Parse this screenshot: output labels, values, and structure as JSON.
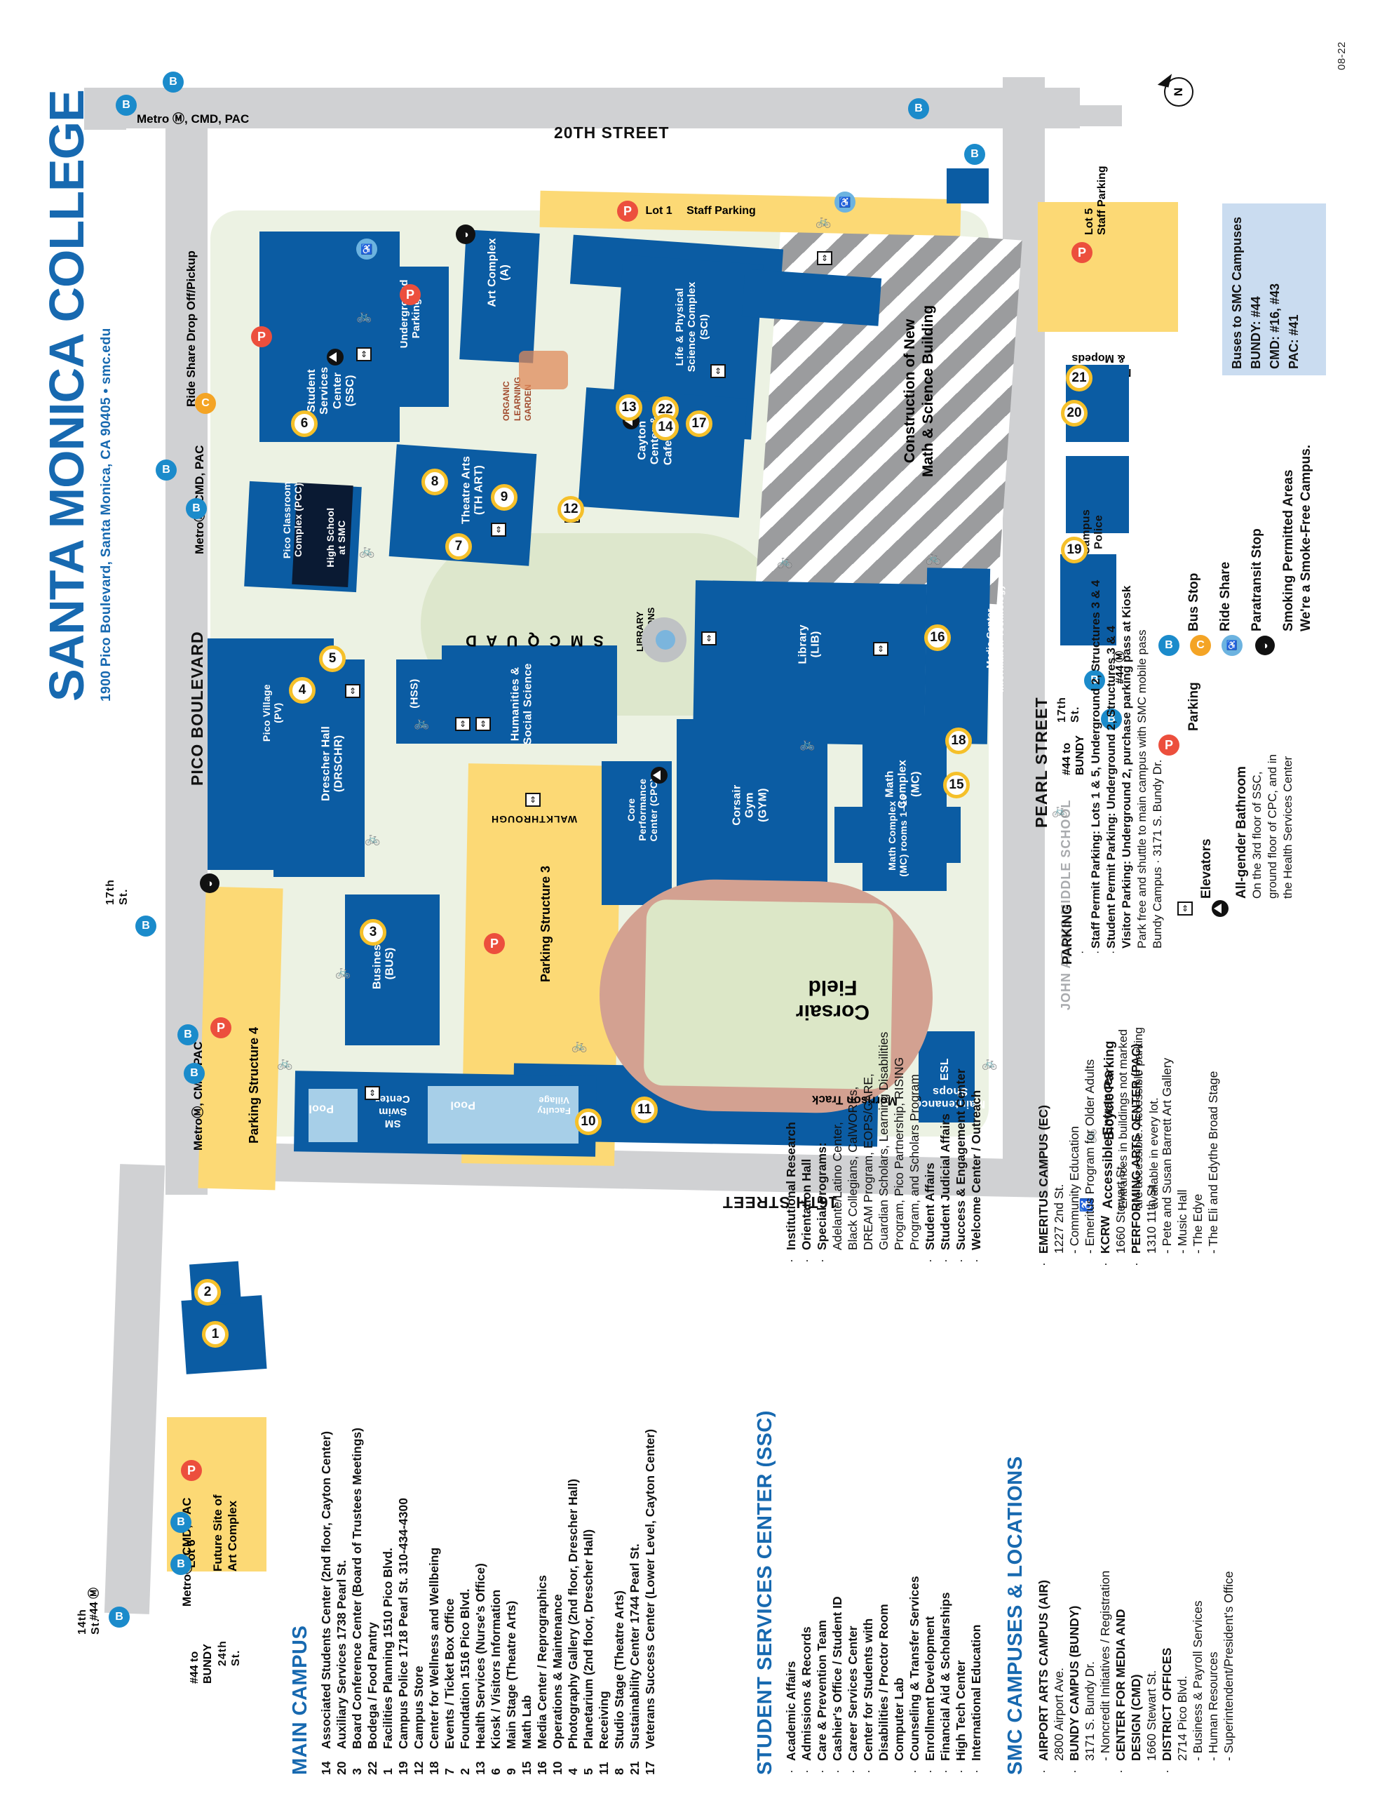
{
  "meta": {
    "date_stamp": "08-22",
    "compass": "N"
  },
  "title": {
    "main": "SANTA MONICA COLLEGE",
    "sub": "1900 Pico Boulevard, Santa Monica, CA 90405 • smc.edu"
  },
  "streets": {
    "twentieth": "20TH STREET",
    "pico": "PICO BOULEVARD",
    "pearl": "PEARL STREET",
    "sixteenth": "16TH STREET",
    "seventeenth_a": "17th\nSt.",
    "seventeenth_b": "17th\nSt.",
    "fourteenth": "14th\nSt.",
    "twentyfourth": "24th\nSt.",
    "john_adams": "JOHN ADAMS MIDDLE SCHOOL"
  },
  "transit_labels": {
    "metro_top": "Metro Ⓜ, CMD, PAC",
    "metro_left_mid": "MetroⓂ, CMD, PAC",
    "metro_left_low": "MetroⓂ, CMD, PAC",
    "metro_bottom": "MetroⓂ, CMD, PAC",
    "bundy_right": "#44 to\nBUNDY",
    "bundy_left": "#44 to\nBUNDY",
    "route44_right": "#44 Ⓜ",
    "route44_left": "#44 Ⓜ",
    "rideshare": "Ride Share Drop Off/Pickup"
  },
  "map_labels": {
    "lot1": "Lot 1",
    "lot1_sub": "Staff Parking",
    "lot5": "Lot 5",
    "lot5_sub": "Staff Parking",
    "lot6": "Lot 6",
    "lot6_sub": "Future Site of\nArt Complex",
    "motorcycles": "Motorcycles\n& Mopeds",
    "student_services": "Student\nServices\nCenter\n(SSC)",
    "underground2": "Underground\nParking 2",
    "art_complex": "Art Complex\n(A)",
    "life_physical": "Life & Physical\nScience Complex\n(SCI)",
    "construction": "Construction of New\nMath & Science Building",
    "organic_garden": "ORGANIC\nLEARNING\nGARDEN",
    "cayton": "Cayton\nCenter &\nCafeteria",
    "theatre_arts": "Theatre Arts\n(TH ART)",
    "pico_classroom": "Pico Classroom\nComplex (PCC)",
    "high_school": "High School\nat SMC",
    "smc_quad": "S M C   Q U A D",
    "library_commons": "LIBRARY\nCOMMONS",
    "library": "Library\n(LIB)",
    "media_center": "Media Center\nInformation Technology",
    "campus_police": "Campus\nPolice",
    "pico_village": "Pico Village\n(PV)",
    "drescher": "Drescher Hall\n(DRSCHR)",
    "hss": "(HSS)",
    "humanities": "Humanities &\nSocial Science",
    "walkthrough": "WALKTHROUGH",
    "cpc": "Core\nPerformance\nCenter (CPC)",
    "corsair_gym": "Corsair\nGym\n(GYM)",
    "math_complex": "Math\nComplex\n(MC)",
    "math_rooms": "Math Complex\n(MC) rooms 1–16",
    "parking_structure_3": "Parking Structure 3",
    "parking_structure_4": "Parking Structure 4",
    "business": "Business\n(BUS)",
    "corsair_field": "Corsair\nField",
    "morrison_track": "Morrison Track",
    "pool_left": "Pool",
    "pool_right": "Pool",
    "sm_swim": "SM\nSwim\nCenter",
    "faculty_village": "Faculty\nVillage",
    "maintenance": "Maintenance\nShops",
    "esl": "ESL"
  },
  "buses_box": {
    "title": "Buses to SMC Campuses",
    "lines": [
      "BUNDY: #44",
      "CMD: #16, #43",
      "PAC: #41"
    ]
  },
  "legend": {
    "items": [
      {
        "icon": "bus-stop-icon",
        "glyph": "B",
        "color": "#1b8bcb",
        "label": "Bus Stop"
      },
      {
        "icon": "ride-share-icon",
        "glyph": "C",
        "color": "#f4a425",
        "label": "Ride Share"
      },
      {
        "icon": "paratransit-icon",
        "glyph": "♿",
        "color": "#6cb3e0",
        "label": "Paratransit Stop"
      },
      {
        "icon": "smoking-permitted-icon",
        "glyph": "◑",
        "color": "#111111",
        "label": "Smoking Permitted Areas\nWe're a Smoke-Free Campus."
      },
      {
        "icon": "parking-icon",
        "glyph": "P",
        "color": "#ec4f3d",
        "label": "Parking"
      }
    ],
    "parking_heading": "PARKING",
    "parking_notes": [
      "Staff Permit Parking: Lots 1 & 5, Underground 2, Structures 3 & 4",
      "Student Permit Parking: Underground 2, Structures 3 & 4",
      "Visitor Parking: Underground 2, purchase parking pass at Kiosk",
      "Park free and shuttle to main campus with SMC mobile pass\nBundy Campus · 3171 S. Bundy Dr."
    ],
    "bicycle_parking": "Bicycle Parking",
    "accessible_entrances": "Accessible Entrances",
    "accessible_note": "Entrances in buildings not marked\nare accessible. Accessible parking\navailable in every lot.",
    "elevators": "Elevators",
    "all_gender": "All-gender Bathroom",
    "all_gender_note": "On the 3rd floor of SSC,\nground floor of CPC, and in\nthe Health Services Center"
  },
  "directory": {
    "main_campus": {
      "heading": "MAIN CAMPUS",
      "entries": [
        {
          "num": "14",
          "text": "Associated Students Center (2nd floor, Cayton Center)"
        },
        {
          "num": "20",
          "text": "Auxiliary Services 1738 Pearl St."
        },
        {
          "num": "3",
          "text": "Board Conference Center (Board of Trustees Meetings)"
        },
        {
          "num": "22",
          "text": "Bodega / Food Pantry"
        },
        {
          "num": "1",
          "text": "Facilities Planning 1510 Pico Blvd."
        },
        {
          "num": "19",
          "text": "Campus Police 1718 Pearl St. 310-434-4300"
        },
        {
          "num": "12",
          "text": "Campus Store"
        },
        {
          "num": "18",
          "text": "Center for Wellness and Wellbeing"
        },
        {
          "num": "7",
          "text": "Events / Ticket Box Office"
        },
        {
          "num": "2",
          "text": "Foundation 1516 Pico Blvd."
        },
        {
          "num": "13",
          "text": "Health Services (Nurse's Office)"
        },
        {
          "num": "6",
          "text": "Kiosk / Visitors Information"
        },
        {
          "num": "9",
          "text": "Main Stage (Theatre Arts)"
        },
        {
          "num": "15",
          "text": "Math Lab"
        },
        {
          "num": "16",
          "text": "Media Center / Reprographics"
        },
        {
          "num": "10",
          "text": "Operations & Maintenance"
        },
        {
          "num": "4",
          "text": "Photography Gallery (2nd floor, Drescher Hall)"
        },
        {
          "num": "5",
          "text": "Planetarium (2nd floor, Drescher Hall)"
        },
        {
          "num": "11",
          "text": "Receiving"
        },
        {
          "num": "8",
          "text": "Studio Stage (Theatre Arts)"
        },
        {
          "num": "21",
          "text": "Sustainability Center 1744 Pearl St."
        },
        {
          "num": "17",
          "text": "Veterans Success Center (Lower Level, Cayton Center)"
        }
      ]
    },
    "ssc": {
      "heading": "STUDENT SERVICES CENTER (SSC)",
      "col1": [
        {
          "b": "·",
          "text": "Academic Affairs",
          "style": "bold"
        },
        {
          "b": "·",
          "text": "Admissions & Records",
          "style": "bold"
        },
        {
          "b": "·",
          "text": "Care & Prevention Team",
          "style": "bold"
        },
        {
          "b": "·",
          "text": "Cashier's Office / Student ID",
          "style": "bold"
        },
        {
          "b": "·",
          "text": "Career Services Center",
          "style": "bold"
        },
        {
          "b": "·",
          "text": "Center for Students with",
          "style": "bold"
        },
        {
          "b": "",
          "text": "Disabilities / Proctor Room",
          "style": "bold"
        },
        {
          "b": "",
          "text": "Computer Lab",
          "style": "bold"
        },
        {
          "b": "·",
          "text": "Counseling & Transfer Services",
          "style": "bold"
        },
        {
          "b": "·",
          "text": "Enrollment Development",
          "style": "bold"
        },
        {
          "b": "·",
          "text": "Financial Aid & Scholarships",
          "style": "bold"
        },
        {
          "b": "·",
          "text": "High Tech Center",
          "style": "bold"
        },
        {
          "b": "·",
          "text": "International Education",
          "style": "bold"
        }
      ],
      "col2": [
        {
          "b": "·",
          "text": "Institutional Research",
          "style": "bold"
        },
        {
          "b": "·",
          "text": "Orientation Hall",
          "style": "bold"
        },
        {
          "b": "·",
          "text": "Special Programs:",
          "style": "bold"
        },
        {
          "b": "",
          "text": "Adelante/Latino Center,",
          "style": "reg"
        },
        {
          "b": "",
          "text": "Black Collegians, CalWORKs,",
          "style": "reg"
        },
        {
          "b": "",
          "text": "DREAM Program, EOPS/CARE,",
          "style": "reg"
        },
        {
          "b": "",
          "text": "Guardian Scholars, Learning Disabilities",
          "style": "reg"
        },
        {
          "b": "",
          "text": "Program, Pico Partnership, RISING",
          "style": "reg"
        },
        {
          "b": "",
          "text": "Program, and Scholars Program",
          "style": "reg"
        },
        {
          "b": "·",
          "text": "Student Affairs",
          "style": "bold"
        },
        {
          "b": "·",
          "text": "Student Judicial Affairs",
          "style": "bold"
        },
        {
          "b": "·",
          "text": "Success & Engagement Center",
          "style": "bold"
        },
        {
          "b": "·",
          "text": "Welcome Center / Outreach",
          "style": "bold"
        }
      ]
    },
    "campuses": {
      "heading": "SMC CAMPUSES & LOCATIONS",
      "col1": [
        {
          "b": "·",
          "text": "AIRPORT ARTS CAMPUS (AIR)",
          "style": "bold"
        },
        {
          "b": "",
          "text": "2800 Airport Ave.",
          "style": "reg"
        },
        {
          "b": "·",
          "text": "BUNDY CAMPUS (BUNDY)",
          "style": "bold"
        },
        {
          "b": "",
          "text": "3171 S. Bundy Dr.",
          "style": "reg"
        },
        {
          "b": "",
          "text": "- Noncredit Initiatives / Registration",
          "style": "reg"
        },
        {
          "b": "·",
          "text": "CENTER FOR MEDIA AND",
          "style": "bold"
        },
        {
          "b": "",
          "text": "DESIGN (CMD)",
          "style": "bold"
        },
        {
          "b": "",
          "text": "1660 Stewart St.",
          "style": "reg"
        },
        {
          "b": "·",
          "text": "DISTRICT OFFICES",
          "style": "bold"
        },
        {
          "b": "",
          "text": "2714 Pico Blvd.",
          "style": "reg"
        },
        {
          "b": "",
          "text": "- Business & Payroll Services",
          "style": "reg"
        },
        {
          "b": "",
          "text": "- Human Resources",
          "style": "reg"
        },
        {
          "b": "",
          "text": "- Superintendent/President's Office",
          "style": "reg"
        }
      ],
      "col2": [
        {
          "b": "·",
          "text": "EMERITUS CAMPUS (EC)",
          "style": "bold"
        },
        {
          "b": "",
          "text": "1227 2nd St.",
          "style": "reg"
        },
        {
          "b": "",
          "text": "- Community Education",
          "style": "reg"
        },
        {
          "b": "",
          "text": "- Emeritus Program for Older Adults",
          "style": "reg"
        },
        {
          "b": "·",
          "text": "KCRW",
          "style": "bold"
        },
        {
          "b": "",
          "text": "1660 Stewart St.",
          "style": "reg"
        },
        {
          "b": "·",
          "text": "PERFORMING ARTS CENTER (PAC)",
          "style": "bold"
        },
        {
          "b": "",
          "text": "1310 11th St.",
          "style": "reg"
        },
        {
          "b": "",
          "text": "- Pete and Susan Barrett Art Gallery",
          "style": "reg"
        },
        {
          "b": "",
          "text": "- Music Hall",
          "style": "reg"
        },
        {
          "b": "",
          "text": "- The Edye",
          "style": "reg"
        },
        {
          "b": "",
          "text": "- The Eli and Edythe Broad Stage",
          "style": "reg"
        }
      ]
    }
  },
  "colors": {
    "brand_blue": "#1769b0",
    "building_blue": "#0b5ca3",
    "parking_yellow": "#fcd975",
    "green": "#dde7cc",
    "road_grey": "#d0d1d3",
    "track_red": "#d3a191",
    "field_green": "#dce7c7",
    "marker_yellow": "#f5c02a",
    "red_pin": "#ec4f3d",
    "bus_blue": "#1b8bcb",
    "rideshare_orange": "#f4a425",
    "buses_box": "#cadcf0"
  }
}
